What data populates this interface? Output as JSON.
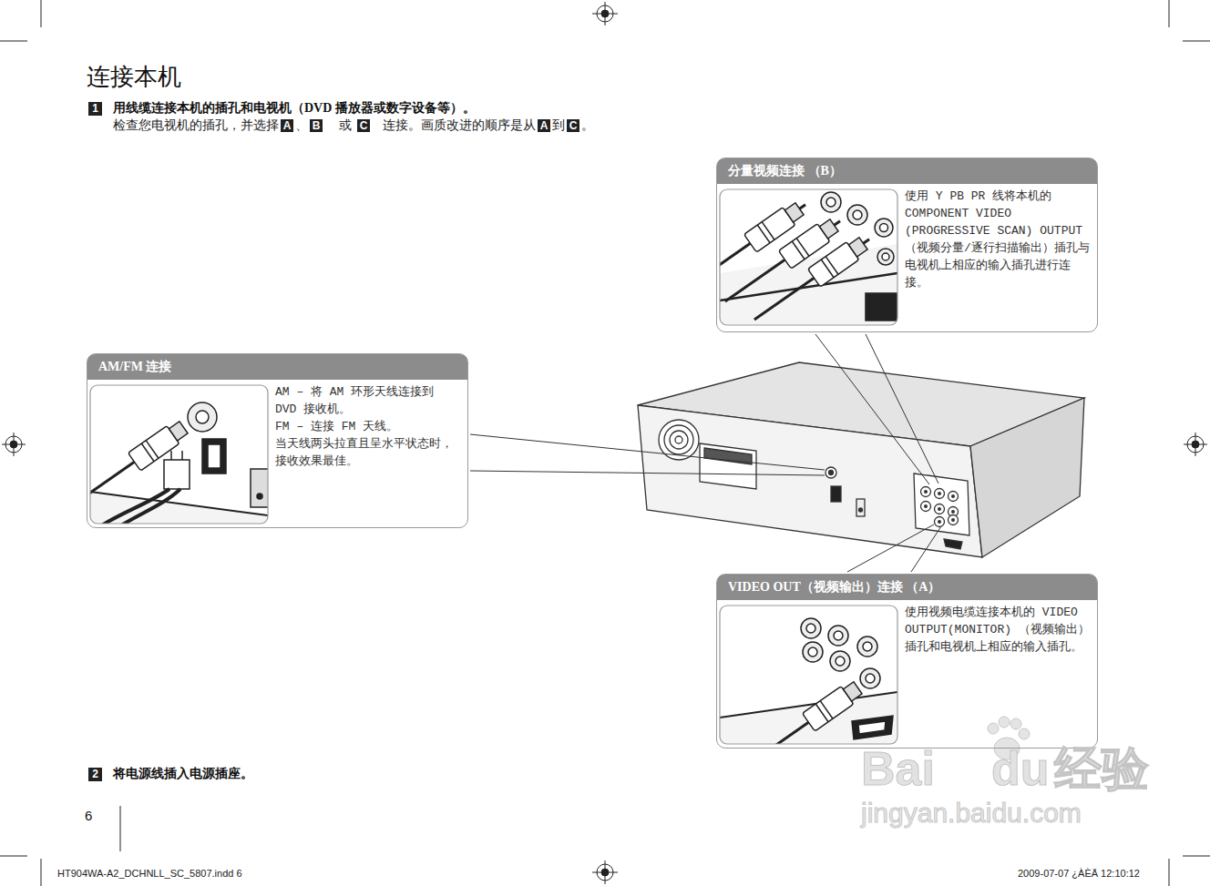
{
  "diagram": {
    "title": "连接本机",
    "nodes": [
      {
        "text": [
          "分量视频连接 （B）",
          "使用 Y PB PR 线将本机的 COMPONENT VIDEO (PROGRESSIVE SCAN) OUTPUT （视频分量/逐行扫描输出）插孔与电视机上相应的输入插孔进行连接。"
        ]
      },
      {
        "text": [
          "AM/FM 连接",
          "AM – 将 AM 环形天线连接到 DVD 接收机。",
          "FM – 连接 FM 天线。",
          "当天线两头拉直且呈水平状态时，接收效果最佳。"
        ]
      },
      {
        "text": [
          "VIDEO OUT（视频输出）连接 （A）",
          "使用视频电缆连接本机的 VIDEO OUTPUT(MONITOR) （视频输出）插孔和电视机上相应的输入插孔。"
        ]
      }
    ],
    "labels": [
      "1",
      "用线缆连接本机的插孔和电视机（DVD 播放器或数字设备等）。",
      "检查您电视机的插孔，并选择",
      "A",
      "、",
      "B",
      "或",
      "C",
      "连接。画质改进的顺序是从",
      "A",
      "到",
      "C",
      "。",
      "2",
      "将电源线插入电源插座。",
      "6",
      "HT904WA-A2_DCHNLL_SC_5807.indd 6",
      "2009-07-07 ¿ÀÈÄ 12:10:12",
      "Bai",
      "du",
      "经验",
      "jingyan.baidu.com"
    ]
  }
}
